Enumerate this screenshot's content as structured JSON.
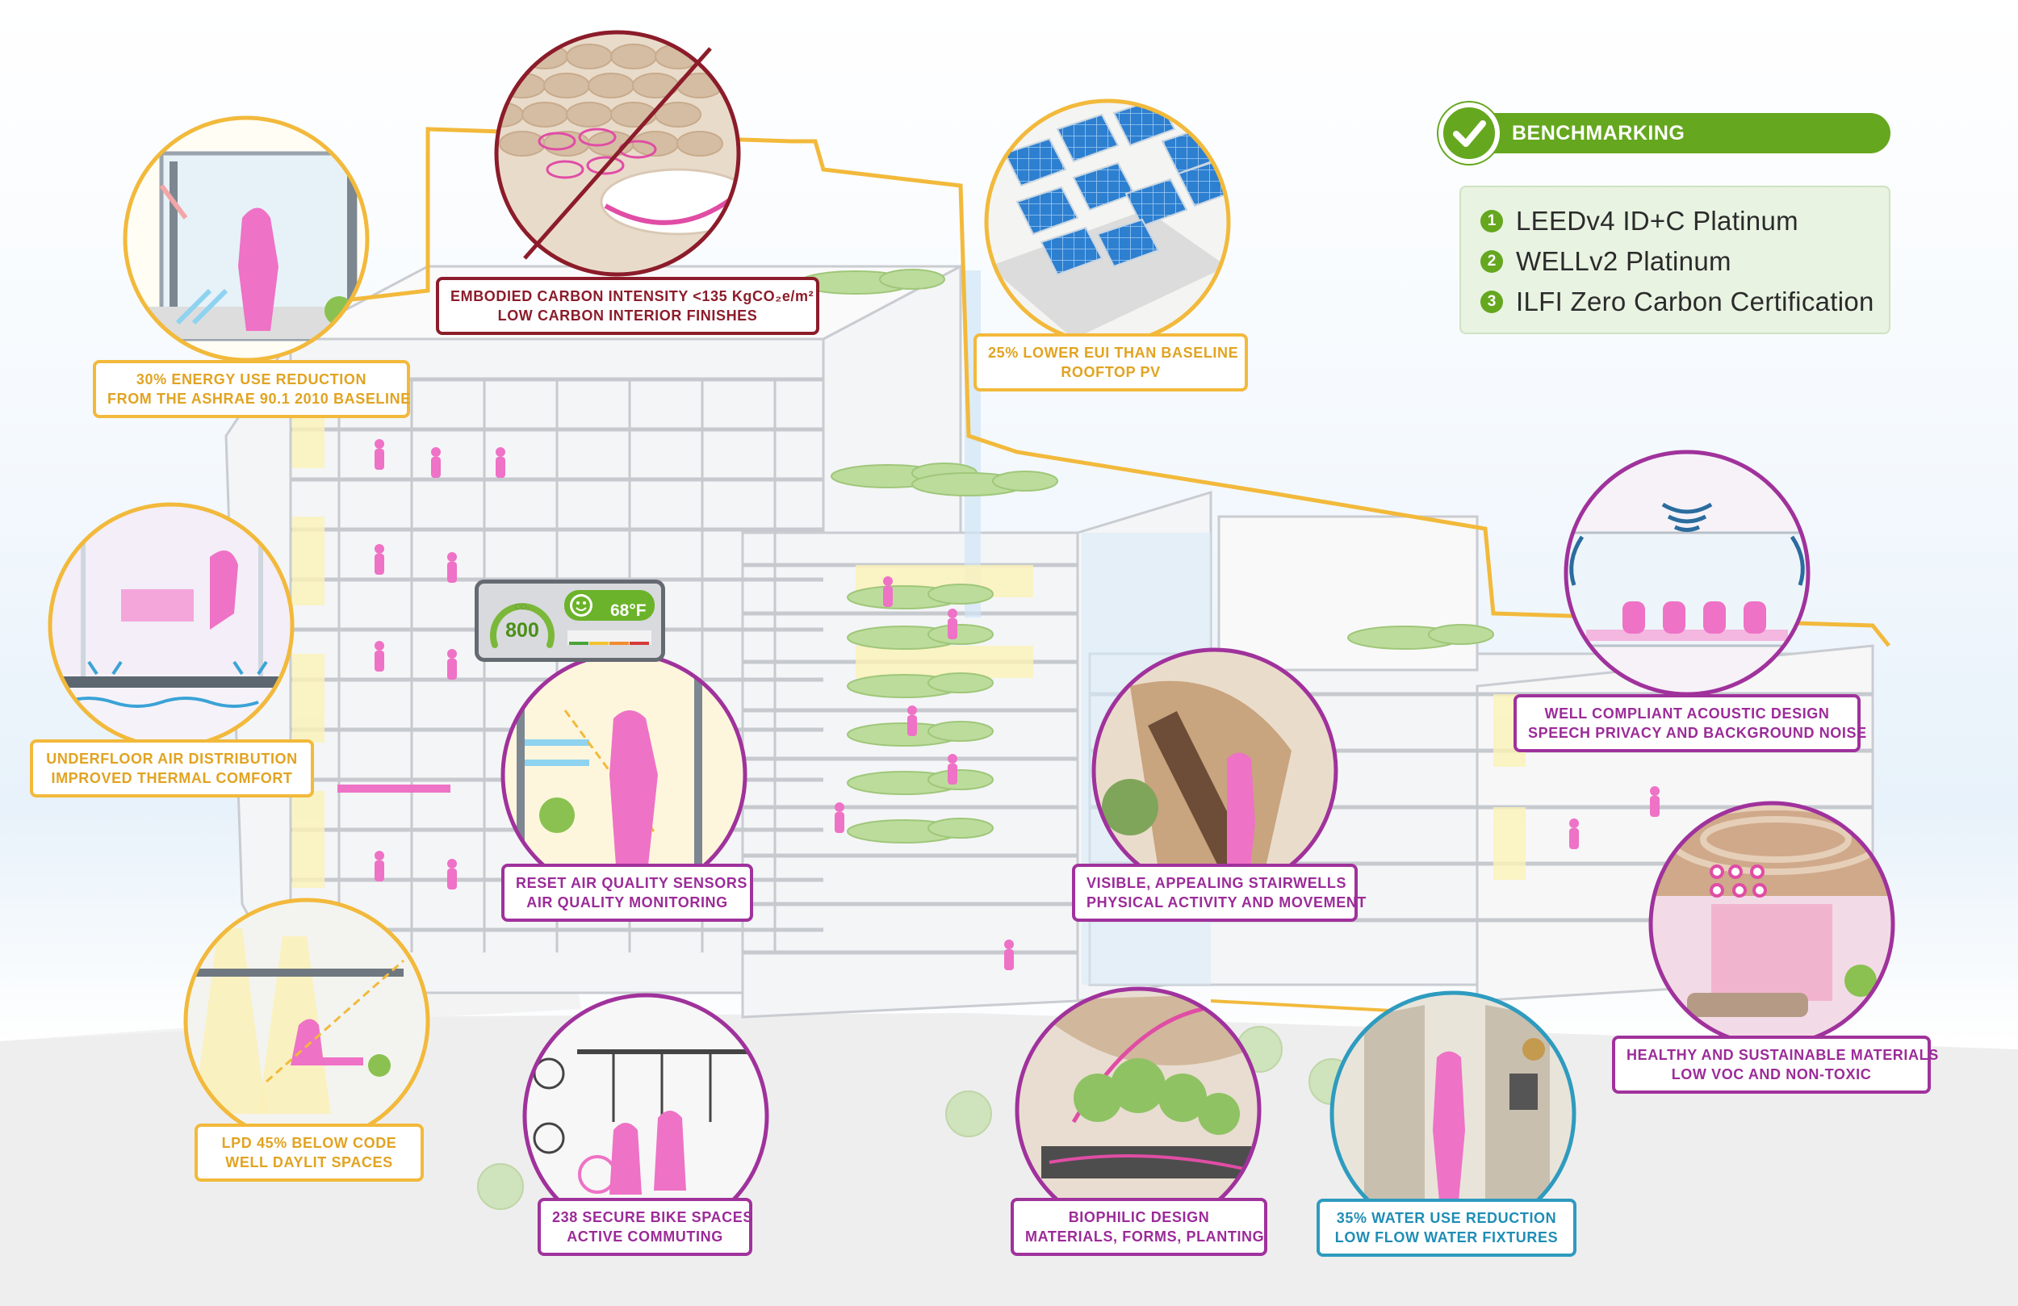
{
  "benchmarking": {
    "title": "BENCHMARKING",
    "items": [
      {
        "num": "1",
        "text": "LEEDv4 ID+C Platinum"
      },
      {
        "num": "2",
        "text": "WELLv2 Platinum"
      },
      {
        "num": "3",
        "text": "ILFI Zero Carbon Certification"
      }
    ]
  },
  "sensor": {
    "co2_label": "CO₂",
    "co2_value": "800",
    "temp": "68°F"
  },
  "callouts": {
    "embodied_carbon": {
      "line1": "EMBODIED CARBON INTENSITY <135 KgCO₂e/m²",
      "line2": "LOW CARBON INTERIOR FINISHES"
    },
    "energy": {
      "line1": "30% ENERGY USE REDUCTION",
      "line2": "FROM THE ASHRAE 90.1 2010 BASELINE"
    },
    "eui": {
      "line1": "25% LOWER EUI THAN BASELINE",
      "line2": "ROOFTOP PV"
    },
    "underfloor": {
      "line1": "UNDERFLOOR AIR DISTRIBUTION",
      "line2": "IMPROVED THERMAL COMFORT"
    },
    "air_quality": {
      "line1": "RESET AIR QUALITY SENSORS",
      "line2": "AIR QUALITY MONITORING"
    },
    "stairwells": {
      "line1": "VISIBLE, APPEALING STAIRWELLS",
      "line2": "PHYSICAL ACTIVITY AND MOVEMENT"
    },
    "acoustic": {
      "line1": "WELL COMPLIANT ACOUSTIC DESIGN",
      "line2": "SPEECH PRIVACY AND BACKGROUND NOISE"
    },
    "materials": {
      "line1": "HEALTHY AND SUSTAINABLE MATERIALS",
      "line2": "LOW VOC AND NON-TOXIC"
    },
    "lpd": {
      "line1": "LPD 45% BELOW CODE",
      "line2": "WELL DAYLIT SPACES"
    },
    "bike": {
      "line1": "238 SECURE BIKE SPACES",
      "line2": "ACTIVE COMMUTING"
    },
    "biophilic": {
      "line1": "BIOPHILIC DESIGN",
      "line2": "MATERIALS, FORMS, PLANTING"
    },
    "water": {
      "line1": "35% WATER USE REDUCTION",
      "line2": "LOW FLOW WATER FIXTURES"
    }
  },
  "colors": {
    "energy_yellow": "#f2b93b",
    "wellness_magenta": "#a0329c",
    "water_cyan": "#2e9bbf",
    "carbon_maroon": "#8c1c2a",
    "benchmark_green": "#65a71e",
    "people_pink": "#ee72c6"
  },
  "icons": [
    "checkmark-icon",
    "sound-wave-icon",
    "smiley-icon",
    "co2-gauge-icon"
  ]
}
